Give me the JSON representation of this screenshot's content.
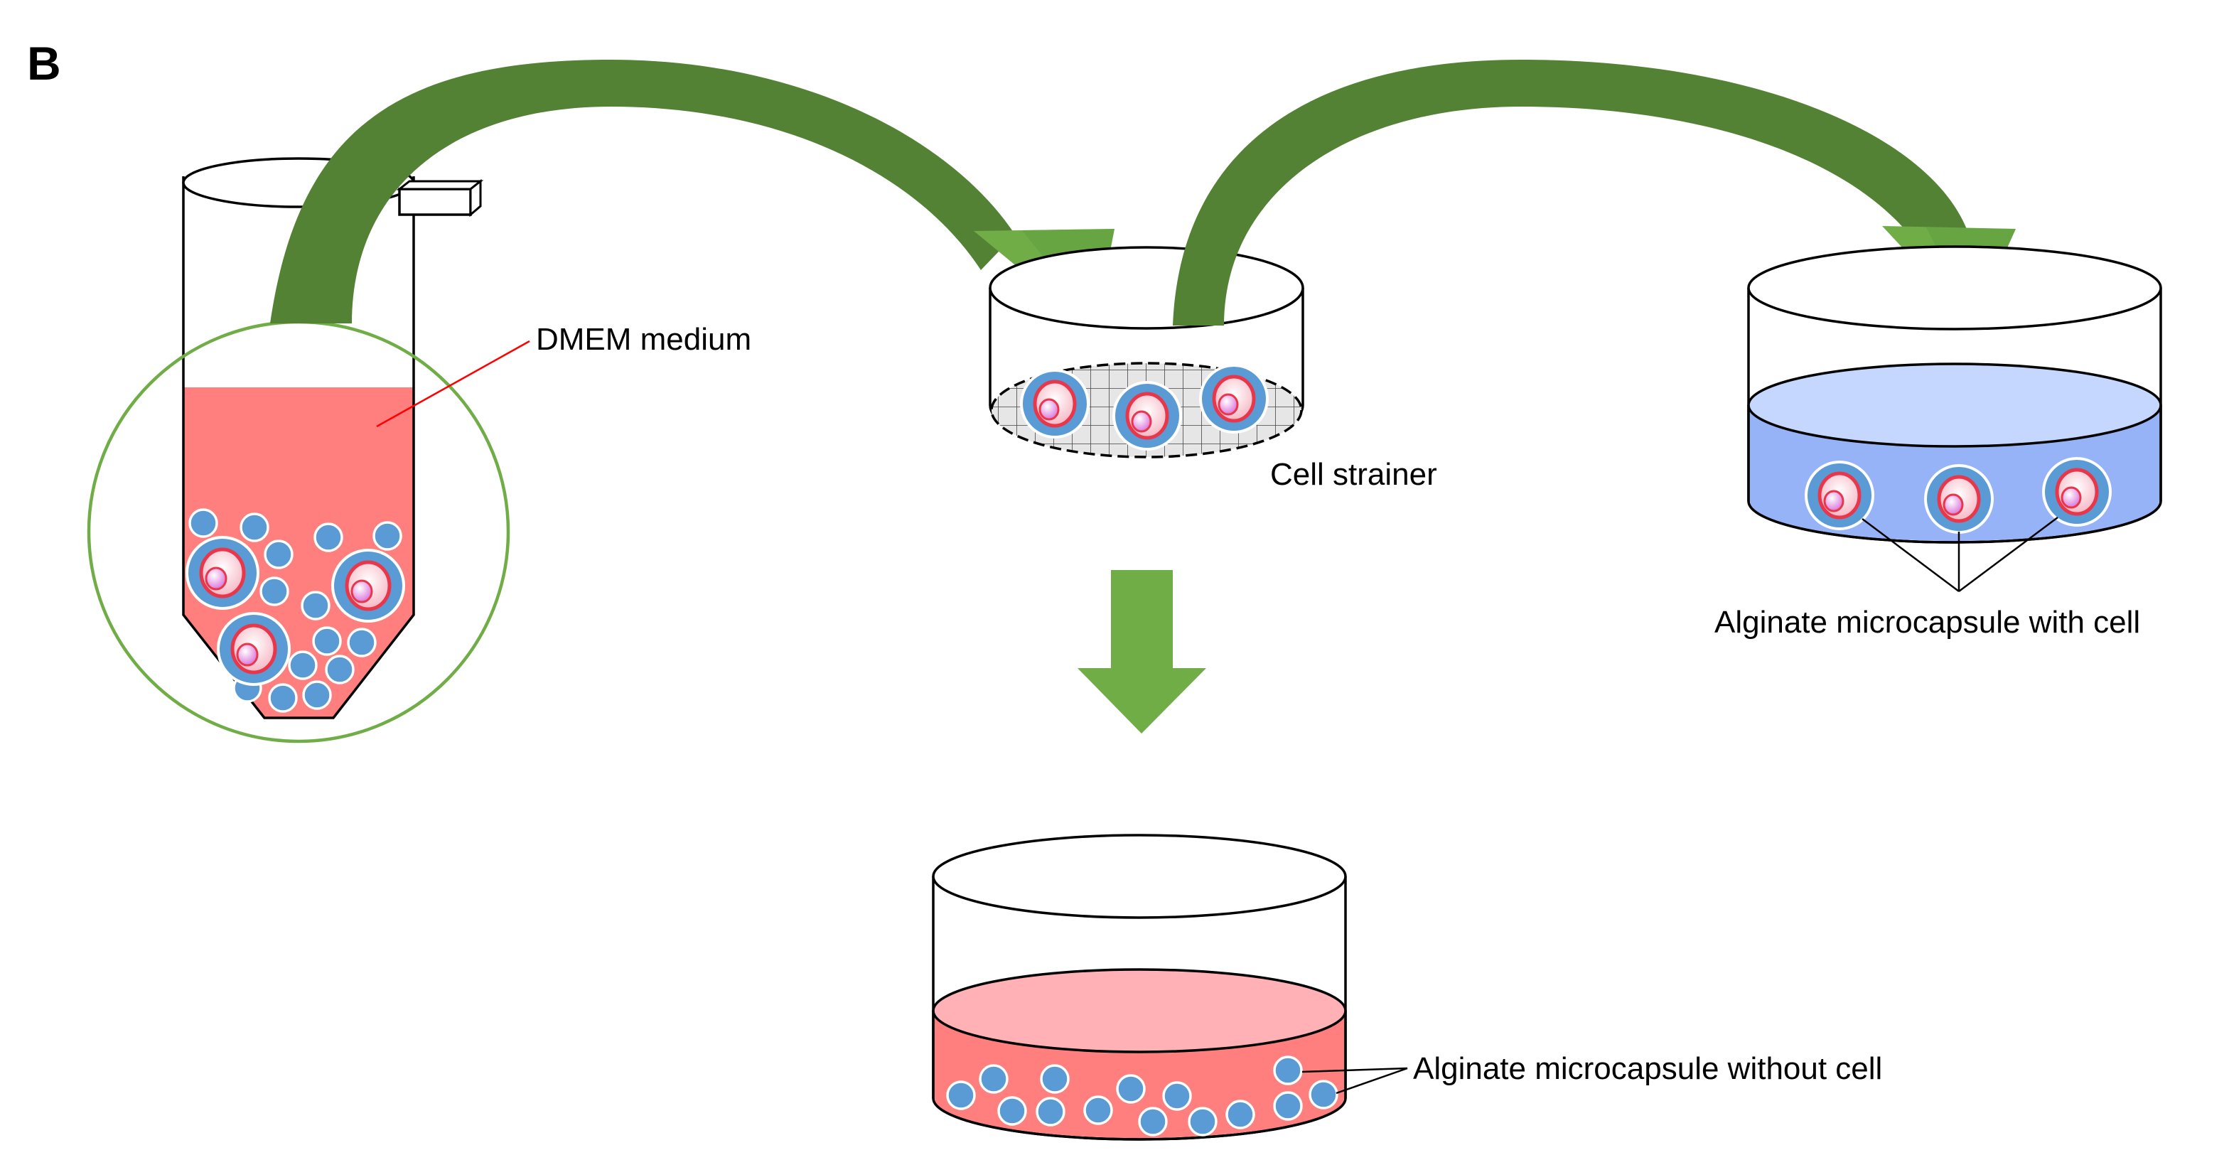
{
  "panel_label": "B",
  "labels": {
    "medium": "DMEM medium",
    "strainer": "Cell strainer",
    "with_cell": "Alginate microcapsule with cell",
    "without_cell": "Alginate microcapsule without cell"
  },
  "colors": {
    "arrow_light": "#70AD47",
    "arrow_dark": "#548235",
    "circle_outline": "#70AD47",
    "medium": "#FF7F7F",
    "medium_top": "#FFB1B5",
    "blue_liquid": "#97B3F7",
    "blue_liquid_top": "#C5D6FF",
    "capsule": "#5B9BD5",
    "cell_membrane": "#E8374A",
    "cell_inner": "#FCE4EA",
    "nucleus": "#E085E0",
    "leader_line": "#FF0000"
  }
}
